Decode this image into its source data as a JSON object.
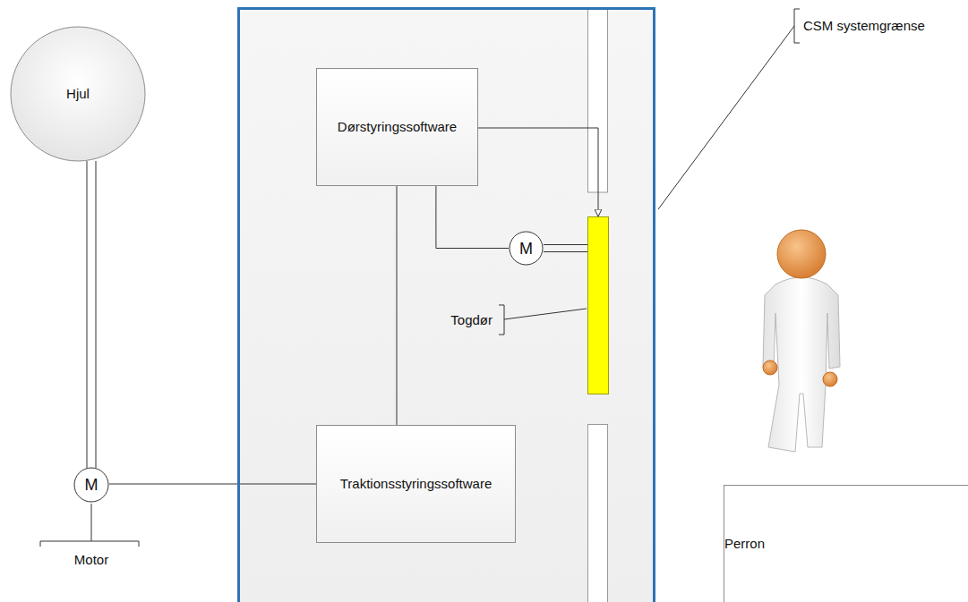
{
  "diagram": {
    "nodes": [
      {
        "text": [
          "CSM systemgrænse"
        ]
      },
      {
        "text": [
          "Dørstyringssoftware"
        ],
        "in": 0
      },
      {
        "text": [
          "M"
        ],
        "in": 0
      },
      {
        "text": [
          "Togdør"
        ],
        "in": 0
      },
      {
        "text": [
          "Traktionsstyringssoftware"
        ],
        "in": 0
      },
      {
        "text": [
          "Hjul"
        ]
      },
      {
        "text": [
          "M",
          "Motor"
        ]
      },
      {
        "text": [
          "Perron"
        ]
      }
    ],
    "edges": [
      {
        "from": 1,
        "to": 2,
        "arrow": "none"
      },
      {
        "from": 2,
        "to": 3,
        "arrow": "none"
      },
      {
        "from": 1,
        "to": 3,
        "arrow": "to"
      },
      {
        "from": 1,
        "to": 4,
        "arrow": "none"
      },
      {
        "from": 4,
        "to": 6,
        "arrow": "none"
      },
      {
        "from": 6,
        "to": 5,
        "arrow": "none"
      }
    ]
  }
}
